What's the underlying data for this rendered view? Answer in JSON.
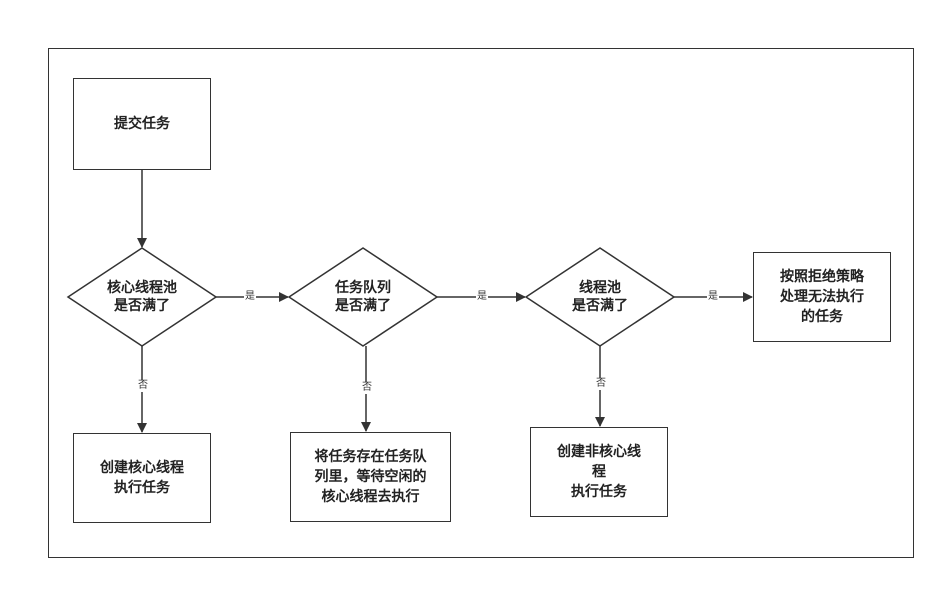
{
  "nodes": {
    "submit": "提交任务",
    "core_check": "核心线程池\n是否满了",
    "create_core": "创建核心线程\n执行任务",
    "queue_check": "任务队列\n是否满了",
    "enqueue": "将任务存在任务队\n列里，等待空闲的\n核心线程去执行",
    "pool_check": "线程池\n是否满了",
    "create_noncore": "创建非核心线\n程\n执行任务",
    "reject": "按照拒绝策略\n处理无法执行\n的任务"
  },
  "edge_labels": {
    "yes1": "是",
    "yes2": "是",
    "yes3": "是",
    "no1": "否",
    "no2": "否",
    "no3": "否"
  }
}
